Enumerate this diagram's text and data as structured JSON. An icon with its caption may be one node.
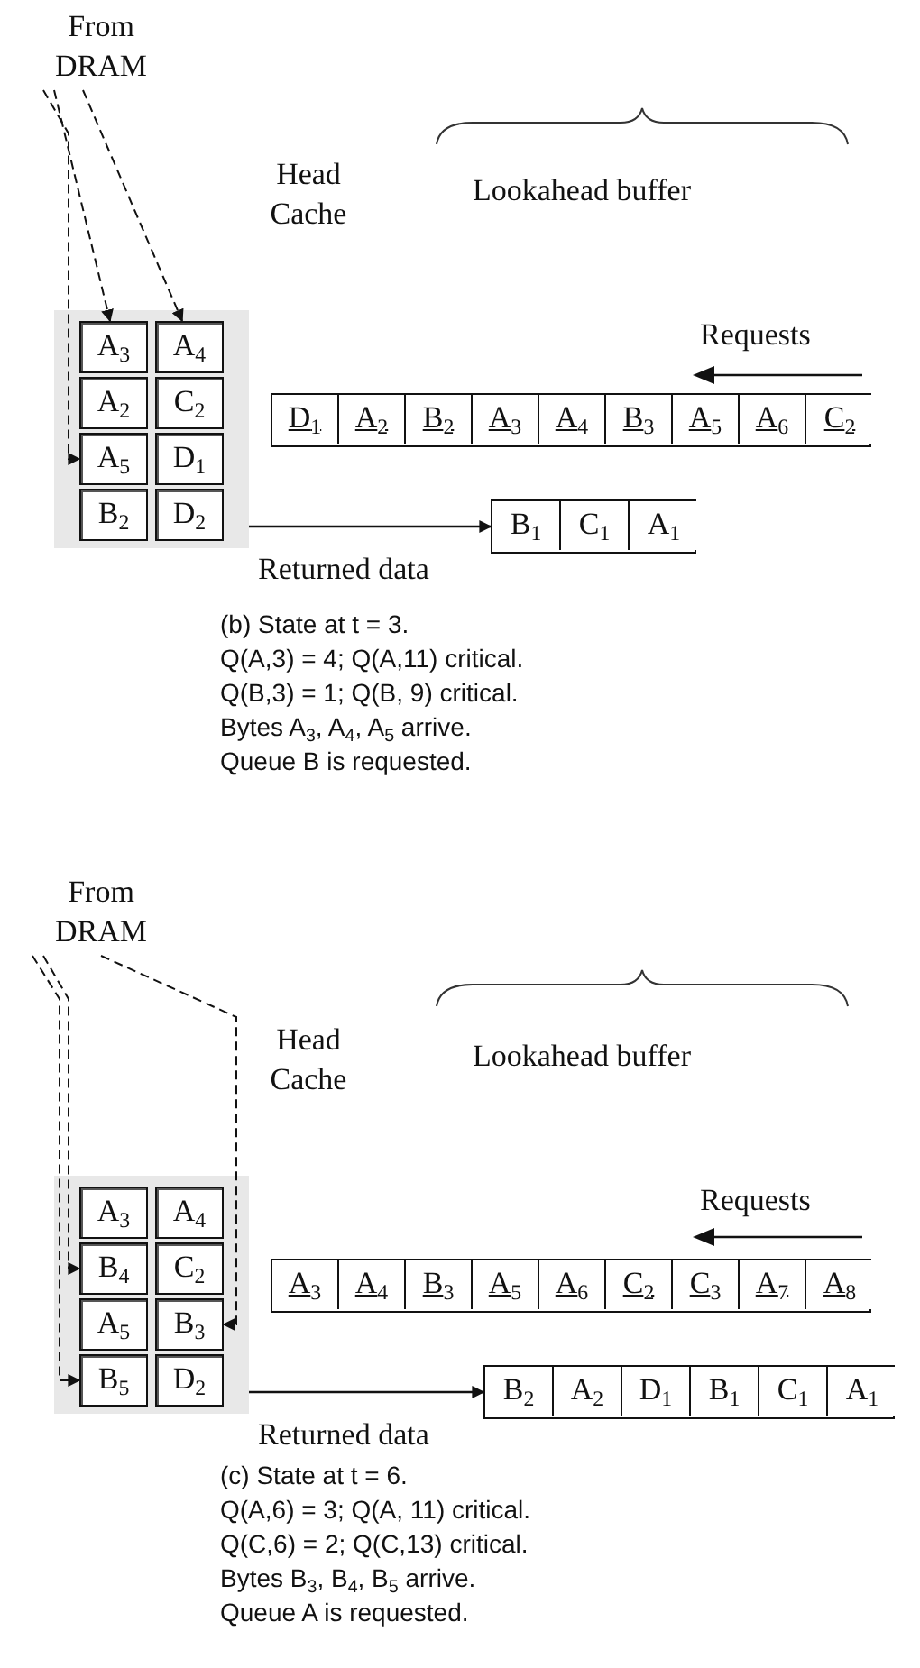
{
  "diagram": {
    "nodes": [
      {
        "text": [
          "From DRAM"
        ]
      },
      {
        "text": [
          "Head Cache"
        ]
      },
      {
        "text": [
          "A$_{3}$"
        ],
        "in": 1
      },
      {
        "text": [
          "A$_{4}$"
        ],
        "in": 1
      },
      {
        "text": [
          "A$_{2}$"
        ],
        "in": 1
      },
      {
        "text": [
          "C$_{2}$"
        ],
        "in": 1
      },
      {
        "text": [
          "A$_{5}$"
        ],
        "in": 1
      },
      {
        "text": [
          "D$_{1}$"
        ],
        "in": 1
      },
      {
        "text": [
          "B$_{2}$"
        ],
        "in": 1
      },
      {
        "text": [
          "D$_{2}$"
        ],
        "in": 1
      },
      {
        "text": [],
        "shape": "box"
      },
      {
        "text": [
          "D$_{1}$"
        ],
        "in": 10
      },
      {
        "text": [
          "A$_{2}$"
        ],
        "in": 10
      },
      {
        "text": [
          "B$_{2}$"
        ],
        "in": 10
      },
      {
        "text": [
          "A$_{3}$"
        ],
        "in": 10
      },
      {
        "text": [
          "A$_{4}$"
        ],
        "in": 10
      },
      {
        "text": [
          "B$_{3}$"
        ],
        "in": 10
      },
      {
        "text": [
          "A$_{5}$"
        ],
        "in": 10
      },
      {
        "text": [
          "A$_{6}$"
        ],
        "in": 10
      },
      {
        "text": [
          "C$_{2}$"
        ],
        "in": 10
      },
      {
        "text": [],
        "shape": "box"
      },
      {
        "text": [
          "B$_{1}$"
        ],
        "in": 20
      },
      {
        "text": [
          "C$_{1}$"
        ],
        "in": 20
      },
      {
        "text": [
          "A$_{1}$"
        ],
        "in": 20
      },
      {
        "text": [
          "From DRAM"
        ]
      },
      {
        "text": [
          "Head Cache"
        ]
      },
      {
        "text": [
          "A$_{3}$"
        ],
        "in": 25
      },
      {
        "text": [
          "A$_{4}$"
        ],
        "in": 25
      },
      {
        "text": [
          "B$_{4}$"
        ],
        "in": 25
      },
      {
        "text": [
          "C$_{2}$"
        ],
        "in": 25
      },
      {
        "text": [
          "A$_{5}$"
        ],
        "in": 25
      },
      {
        "text": [
          "B$_{3}$"
        ],
        "in": 25
      },
      {
        "text": [
          "B$_{5}$"
        ],
        "in": 25
      },
      {
        "text": [
          "D$_{2}$"
        ],
        "in": 25
      },
      {
        "text": [],
        "shape": "box"
      },
      {
        "text": [
          "A$_{3}$"
        ],
        "in": 34
      },
      {
        "text": [
          "A$_{4}$"
        ],
        "in": 34
      },
      {
        "text": [
          "B$_{3}$"
        ],
        "in": 34
      },
      {
        "text": [
          "A$_{5}$"
        ],
        "in": 34
      },
      {
        "text": [
          "A$_{6}$"
        ],
        "in": 34
      },
      {
        "text": [
          "C$_{2}$"
        ],
        "in": 34
      },
      {
        "text": [
          "C$_{3}$"
        ],
        "in": 34
      },
      {
        "text": [
          "A$_{7}$"
        ],
        "in": 34
      },
      {
        "text": [
          "A$_{8}$"
        ],
        "in": 34
      },
      {
        "text": [],
        "shape": "box"
      },
      {
        "text": [
          "B$_{2}$"
        ],
        "in": 44
      },
      {
        "text": [
          "A$_{2}$"
        ],
        "in": 44
      },
      {
        "text": [
          "D$_{1}$"
        ],
        "in": 44
      },
      {
        "text": [
          "B$_{1}$"
        ],
        "in": 44
      },
      {
        "text": [
          "C$_{1}$"
        ],
        "in": 44
      },
      {
        "text": [
          "A$_{1}$"
        ],
        "in": 44
      }
    ],
    "edges": [
      {
        "from": 0,
        "to": 2,
        "arrow": "to",
        "style": "dashed"
      },
      {
        "from": 0,
        "to": 3,
        "arrow": "to",
        "style": "dashed"
      },
      {
        "from": 0,
        "to": 6,
        "arrow": "to",
        "style": "dashed"
      },
      {
        "from": 1,
        "to": 20,
        "arrow": "to"
      },
      {
        "from": 24,
        "to": 28,
        "arrow": "to",
        "style": "dashed"
      },
      {
        "from": 24,
        "to": 31,
        "arrow": "to",
        "style": "dashed"
      },
      {
        "from": 24,
        "to": 32,
        "arrow": "to",
        "style": "dashed"
      },
      {
        "from": 25,
        "to": 44,
        "arrow": "to"
      }
    ],
    "labels": [
      "Lookahead buffer",
      "Requests",
      "Returned data",
      "(b) State at t = 3.",
      "Q(A,3) = 4; Q(A,11) critical.",
      "Q(B,3) = 1; Q(B, 9) critical.",
      "Bytes A$_{3}$, A$_{4}$, A$_{5}$ arrive.",
      "Queue B is requested.",
      "Lookahead buffer",
      "Requests",
      "Returned data",
      "(c) State at t = 6.",
      "Q(A,6) = 3; Q(A, 11) critical.",
      "Q(C,6) = 2; Q(C,13) critical.",
      "Bytes B$_{3}$, B$_{4}$, B$_{5}$ arrive.",
      "Queue A is requested."
    ]
  }
}
